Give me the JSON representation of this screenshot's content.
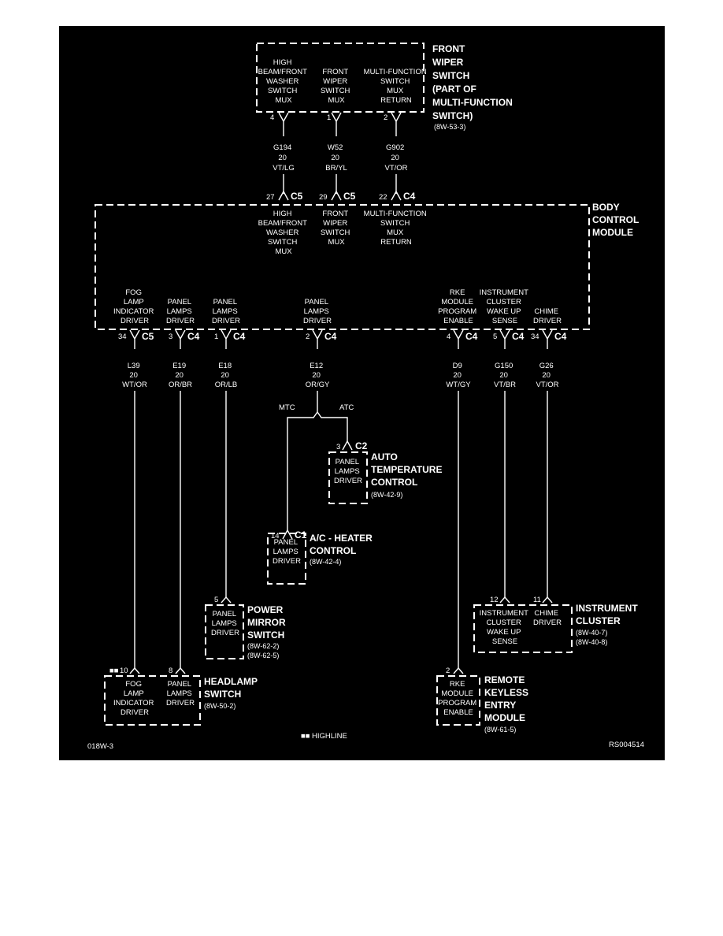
{
  "colors": {
    "background": "#000000",
    "foreground": "#ffffff",
    "page": "#ffffff"
  },
  "front_wiper_switch": {
    "title": [
      "FRONT",
      "WIPER",
      "SWITCH",
      "(PART OF",
      "MULTI-FUNCTION",
      "SWITCH)"
    ],
    "ref": "(8W-53-3)",
    "pins": [
      {
        "label": [
          "HIGH",
          "BEAM/FRONT",
          "WASHER",
          "SWITCH",
          "MUX"
        ],
        "pin": "4"
      },
      {
        "label": [
          "FRONT",
          "WIPER",
          "SWITCH",
          "MUX"
        ],
        "pin": "1"
      },
      {
        "label": [
          "MULTI-FUNCTION",
          "SWITCH",
          "MUX",
          "RETURN"
        ],
        "pin": "2"
      }
    ]
  },
  "wires_top": [
    {
      "circuit": "G194",
      "gauge": "20",
      "color": "VT/LG",
      "bcm_pin": "27",
      "bcm_conn": "C5"
    },
    {
      "circuit": "W52",
      "gauge": "20",
      "color": "BR/YL",
      "bcm_pin": "29",
      "bcm_conn": "C5"
    },
    {
      "circuit": "G902",
      "gauge": "20",
      "color": "VT/OR",
      "bcm_pin": "22",
      "bcm_conn": "C4"
    }
  ],
  "bcm": {
    "title": [
      "BODY",
      "CONTROL",
      "MODULE"
    ],
    "inputs": [
      [
        "HIGH",
        "BEAM/FRONT",
        "WASHER",
        "SWITCH",
        "MUX"
      ],
      [
        "FRONT",
        "WIPER",
        "SWITCH",
        "MUX"
      ],
      [
        "MULTI-FUNCTION",
        "SWITCH",
        "MUX",
        "RETURN"
      ]
    ],
    "outputs": [
      {
        "label": [
          "FOG",
          "LAMP",
          "INDICATOR",
          "DRIVER"
        ],
        "pin": "34",
        "conn": "C5"
      },
      {
        "label": [
          "PANEL",
          "LAMPS",
          "DRIVER"
        ],
        "pin": "3",
        "conn": "C4"
      },
      {
        "label": [
          "PANEL",
          "LAMPS",
          "DRIVER"
        ],
        "pin": "1",
        "conn": "C4"
      },
      {
        "label": [
          "PANEL",
          "LAMPS",
          "DRIVER"
        ],
        "pin": "2",
        "conn": "C4"
      },
      {
        "label": [
          "RKE",
          "MODULE",
          "PROGRAM",
          "ENABLE"
        ],
        "pin": "4",
        "conn": "C4"
      },
      {
        "label": [
          "INSTRUMENT",
          "CLUSTER",
          "WAKE UP",
          "SENSE"
        ],
        "pin": "5",
        "conn": "C4"
      },
      {
        "label": [
          "CHIME",
          "DRIVER"
        ],
        "pin": "34",
        "conn": "C4"
      }
    ]
  },
  "wires_bottom": [
    {
      "circuit": "L39",
      "gauge": "20",
      "color": "WT/OR"
    },
    {
      "circuit": "E19",
      "gauge": "20",
      "color": "OR/BR"
    },
    {
      "circuit": "E18",
      "gauge": "20",
      "color": "OR/LB"
    },
    {
      "circuit": "E12",
      "gauge": "20",
      "color": "OR/GY"
    },
    {
      "circuit": "D9",
      "gauge": "20",
      "color": "WT/GY"
    },
    {
      "circuit": "G150",
      "gauge": "20",
      "color": "VT/BR"
    },
    {
      "circuit": "G26",
      "gauge": "20",
      "color": "VT/OR"
    }
  ],
  "splice": {
    "left": "MTC",
    "right": "ATC"
  },
  "atc": {
    "pin": "3",
    "conn": "C2",
    "label": [
      "PANEL",
      "LAMPS",
      "DRIVER"
    ],
    "title": [
      "AUTO",
      "TEMPERATURE",
      "CONTROL"
    ],
    "ref": "(8W-42-9)"
  },
  "ac_heater": {
    "pin": "14",
    "conn": "C1",
    "label": [
      "PANEL",
      "LAMPS",
      "DRIVER"
    ],
    "title": [
      "A/C - HEATER",
      "CONTROL"
    ],
    "ref": "(8W-42-4)"
  },
  "power_mirror": {
    "pin": "5",
    "label": [
      "PANEL",
      "LAMPS",
      "DRIVER"
    ],
    "title": [
      "POWER",
      "MIRROR",
      "SWITCH"
    ],
    "refs": [
      "(8W-62-2)",
      "(8W-62-5)"
    ]
  },
  "instrument_cluster": {
    "pins": [
      {
        "pin": "12",
        "label": [
          "INSTRUMENT",
          "CLUSTER",
          "WAKE UP",
          "SENSE"
        ]
      },
      {
        "pin": "11",
        "label": [
          "CHIME",
          "DRIVER"
        ]
      }
    ],
    "title": [
      "INSTRUMENT",
      "CLUSTER"
    ],
    "refs": [
      "(8W-40-7)",
      "(8W-40-8)"
    ]
  },
  "headlamp_switch": {
    "pins": [
      {
        "pin": "10",
        "label": [
          "FOG",
          "LAMP",
          "INDICATOR",
          "DRIVER"
        ]
      },
      {
        "pin": "8",
        "label": [
          "PANEL",
          "LAMPS",
          "DRIVER"
        ]
      }
    ],
    "title": [
      "HEADLAMP",
      "SWITCH"
    ],
    "ref": "(8W-50-2)"
  },
  "rke": {
    "pin": "2",
    "label": [
      "RKE",
      "MODULE",
      "PROGRAM",
      "ENABLE"
    ],
    "title": [
      "REMOTE",
      "KEYLESS",
      "ENTRY",
      "MODULE"
    ],
    "ref": "(8W-61-5)"
  },
  "legend": {
    "marker": "■■",
    "text": "HIGHLINE"
  },
  "footer": {
    "left": "018W-3",
    "right": "RS004514"
  }
}
